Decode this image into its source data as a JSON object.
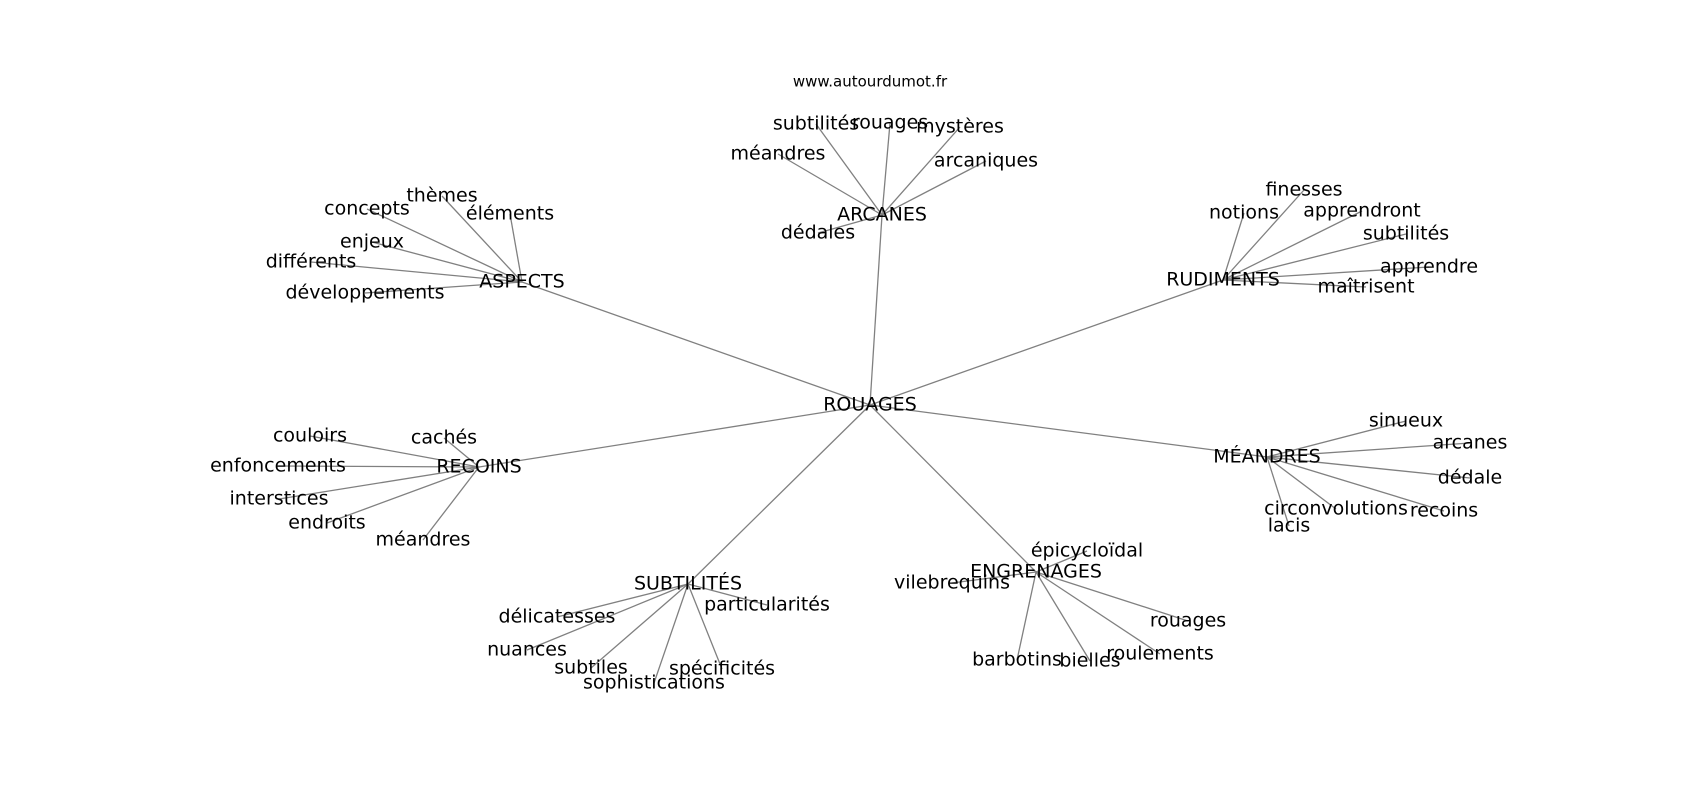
{
  "source": "www.autourdumot.fr",
  "root": "ROUAGES",
  "clusters": [
    {
      "label": "ASPECTS",
      "words": [
        "concepts",
        "thèmes",
        "éléments",
        "enjeux",
        "différents",
        "développements"
      ]
    },
    {
      "label": "ARCANES",
      "words": [
        "subtilités",
        "rouages",
        "mystères",
        "méandres",
        "arcaniques",
        "dédales"
      ]
    },
    {
      "label": "RUDIMENTS",
      "words": [
        "finesses",
        "notions",
        "apprendront",
        "subtilités",
        "apprendre",
        "maîtrisent"
      ]
    },
    {
      "label": "RECOINS",
      "words": [
        "couloirs",
        "cachés",
        "enfoncements",
        "interstices",
        "endroits",
        "méandres"
      ]
    },
    {
      "label": "MÉANDRES",
      "words": [
        "sinueux",
        "arcanes",
        "dédale",
        "circonvolutions",
        "recoins",
        "lacis"
      ]
    },
    {
      "label": "SUBTILITÉS",
      "words": [
        "particularités",
        "délicatesses",
        "nuances",
        "subtiles",
        "sophistications",
        "spécificités"
      ]
    },
    {
      "label": "ENGRENAGES",
      "words": [
        "épicycloïdal",
        "vilebrequins",
        "rouages",
        "roulements",
        "bielles",
        "barbotins"
      ]
    }
  ]
}
